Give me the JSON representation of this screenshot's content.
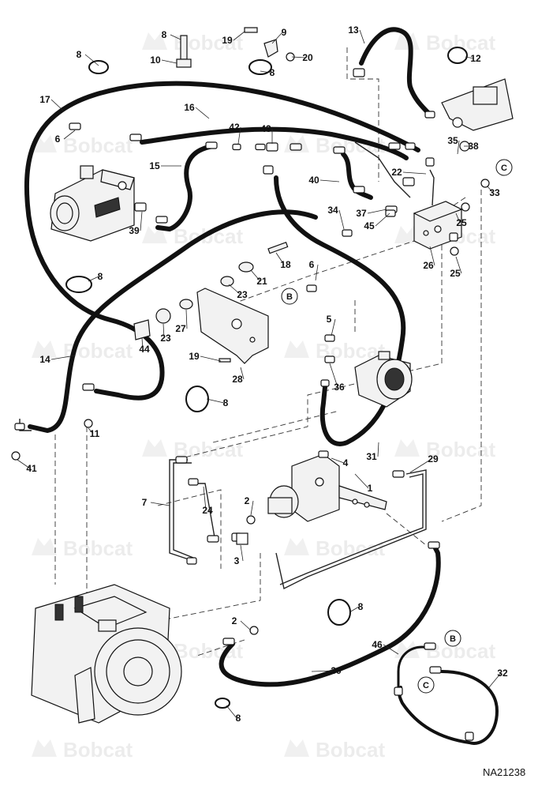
{
  "brand_watermark": "Bobcat",
  "document_id": "NA21238",
  "reference_markers": [
    "B",
    "C"
  ],
  "callouts": [
    "1",
    "2",
    "3",
    "4",
    "5",
    "6",
    "7",
    "8",
    "9",
    "10",
    "11",
    "12",
    "13",
    "14",
    "15",
    "16",
    "17",
    "18",
    "19",
    "20",
    "21",
    "22",
    "23",
    "24",
    "25",
    "26",
    "27",
    "28",
    "29",
    "30",
    "31",
    "32",
    "33",
    "34",
    "35",
    "36",
    "37",
    "38",
    "39",
    "40",
    "41",
    "42",
    "43",
    "44",
    "45",
    "46"
  ]
}
